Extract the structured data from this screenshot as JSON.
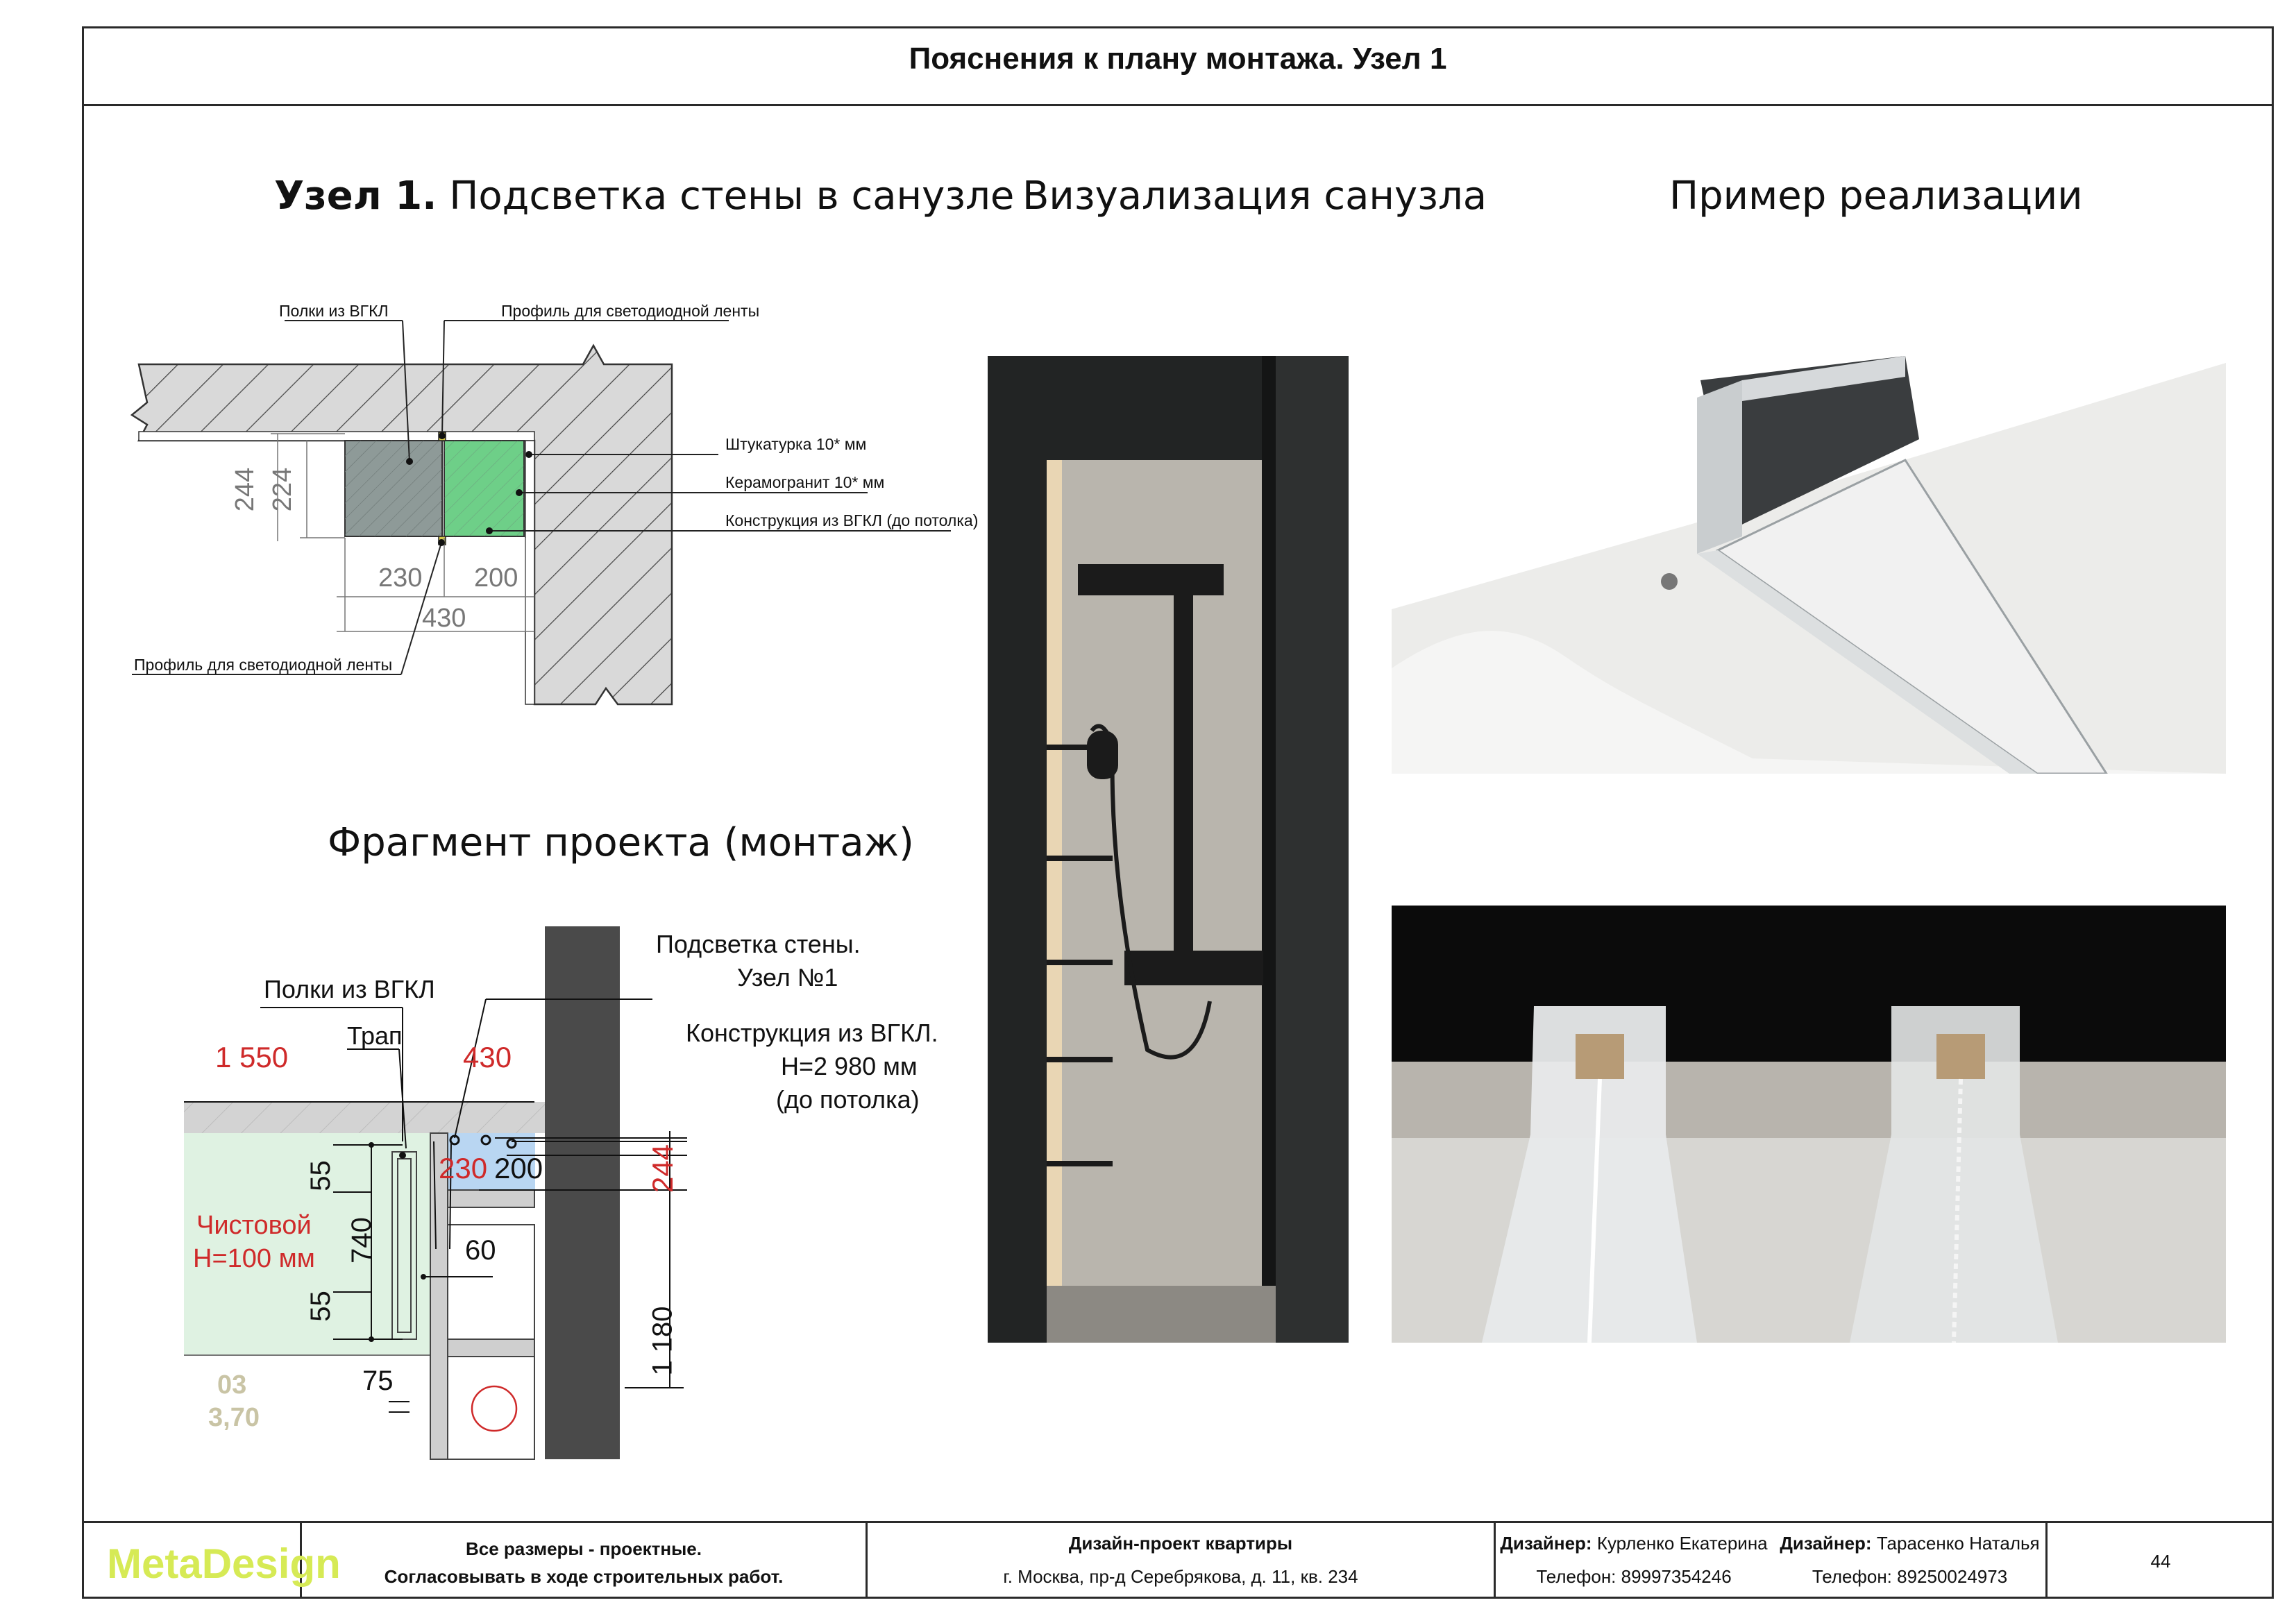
{
  "header": {
    "title": "Пояснения к плану монтажа. Узел 1"
  },
  "sections": {
    "node_title_bold": "Узел 1.",
    "node_title_rest": " Подсветка стены в санузле",
    "visualization_title": "Визуализация санузла",
    "example_title": "Пример реализации",
    "fragment_title": "Фрагмент проекта (монтаж)"
  },
  "detail_drawing": {
    "label_shelves": "Полки из ВГКЛ",
    "label_profile_top": "Профиль для светодиодной ленты",
    "label_plaster": "Штукатурка 10* мм",
    "label_ceramic": "Керамогранит 10* мм",
    "label_construction": "Конструкция из ВГКЛ (до потолка)",
    "label_profile_bottom": "Профиль для светодиодной ленты",
    "dim_244": "244",
    "dim_224": "224",
    "dim_230": "230",
    "dim_200": "200",
    "dim_430": "430"
  },
  "fragment": {
    "label_wall_light_1": "Подсветка стены.",
    "label_wall_light_2": "Узел №1",
    "label_shelves": "Полки из ВГКЛ",
    "label_drain": "Трап",
    "label_constr_1": "Конструкция из ВГКЛ.",
    "label_constr_2": "Н=2 980 мм",
    "label_constr_3": "(до потолка)",
    "dim_1550": "1 550",
    "dim_430": "430",
    "dim_230": "230",
    "dim_200": "200",
    "dim_244": "244",
    "dim_55a": "55",
    "dim_740": "740",
    "dim_55b": "55",
    "dim_60": "60",
    "dim_75": "75",
    "dim_1180": "1 180",
    "finish_1": "Чистовой",
    "finish_2": "Н=100 мм",
    "room_no": "03",
    "room_area": "3,70"
  },
  "footer": {
    "logo": "MetaDesign",
    "note_1": "Все размеры - проектные.",
    "note_2": "Согласовывать в ходе строительных работ.",
    "project_title": "Дизайн-проект квартиры",
    "project_address": "г. Москва, пр-д Серебрякова, д. 11, кв. 234",
    "designer_label_1": "Дизайнер:",
    "designer_name_1": " Курленко Екатерина",
    "phone_1": "Телефон: 89997354246",
    "designer_label_2": "Дизайнер:",
    "designer_name_2": " Тарасенко Наталья",
    "phone_2": "Телефон: 89250024973",
    "page_number": "44"
  },
  "colors": {
    "frame": "#2a2a2a",
    "hatch_gray": "#d9d9d9",
    "shelf_gray": "#8e9a98",
    "green_fill": "#6ecf88",
    "light_green": "#dff2e2",
    "blue_fill": "#b9d6f2",
    "red_dim": "#cf2a2a",
    "logo": "#d6ea55"
  }
}
